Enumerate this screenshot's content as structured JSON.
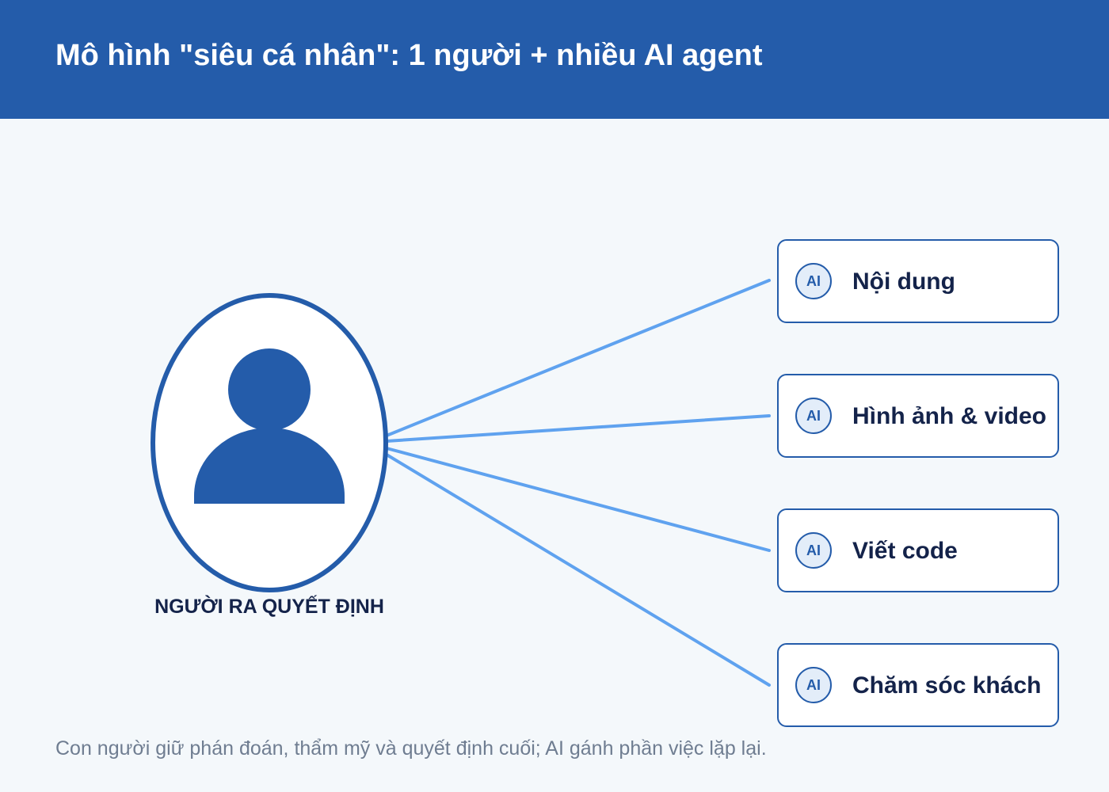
{
  "header": {
    "title": "Mô hình \"siêu cá nhân\": 1 người + nhiều AI agent"
  },
  "person": {
    "caption": "NGƯỜI RA QUYẾT ĐỊNH",
    "icon": "user-icon"
  },
  "agents": [
    {
      "badge": "AI",
      "label": "Nội dung"
    },
    {
      "badge": "AI",
      "label": "Hình ảnh & video"
    },
    {
      "badge": "AI",
      "label": "Viết code"
    },
    {
      "badge": "AI",
      "label": "Chăm sóc khách"
    }
  ],
  "footnote": "Con người giữ phán đoán, thẩm mỹ và quyết định cuối; AI gánh phần việc lặp lại.",
  "colors": {
    "header_bg": "#245caa",
    "background": "#f4f8fb",
    "primary": "#245caa",
    "connector": "#5fa2ef",
    "text_dark": "#14234a",
    "text_muted": "#6f7d91"
  }
}
